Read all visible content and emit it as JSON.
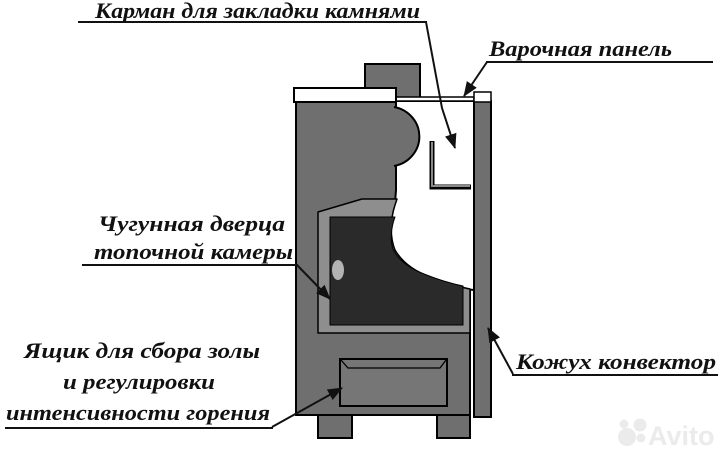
{
  "diagram": {
    "title_context": "wood sauna stove cutaway diagram",
    "labels": {
      "stone_pocket": {
        "text": "Карман для закладки камнями"
      },
      "cooking_panel": {
        "text": "Варочная панель"
      },
      "firebox_door": {
        "line1": "Чугунная дверца",
        "line2": "топочной камеры"
      },
      "ash_box": {
        "line1": "Ящик для сбора золы",
        "line2": "и регулировки",
        "line3": "интенсивности горения"
      },
      "convector": {
        "text": "Кожух конвектор"
      }
    }
  },
  "watermark": {
    "text": "Avito"
  },
  "colors": {
    "body": "#6f6f6f",
    "frame": "#8e8e8e",
    "door": "#2a2a2a",
    "drawer": "#767676",
    "handle": "#b3b3b3",
    "bracket_core": "#8a8a8a",
    "white": "#ffffff",
    "outline": "#000000",
    "watermark": "#ebebeb"
  }
}
